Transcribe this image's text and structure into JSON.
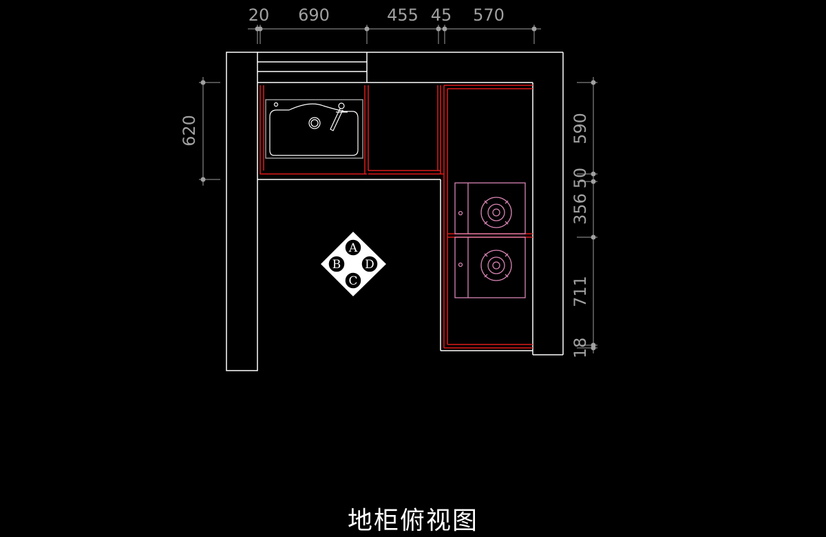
{
  "title": "地柜俯视图",
  "colors": {
    "background": "#000000",
    "outline": "#ffffff",
    "cabinet_edge": "#e01b1b",
    "sink": "#9a9a9a",
    "dimension": "#a0a0a0",
    "stove": "#d985b5"
  },
  "top_dimensions": [
    "20",
    "690",
    "455",
    "45",
    "570"
  ],
  "left_dimensions": [
    "620"
  ],
  "right_dimensions": [
    "590",
    "50",
    "356",
    "711",
    "18"
  ],
  "elevation_marker": {
    "icon": "elevation-index-symbol",
    "labels": [
      "A",
      "B",
      "C",
      "D"
    ]
  },
  "fixtures": {
    "sink": "sink-icon",
    "hob": "gas-burner-icon"
  }
}
